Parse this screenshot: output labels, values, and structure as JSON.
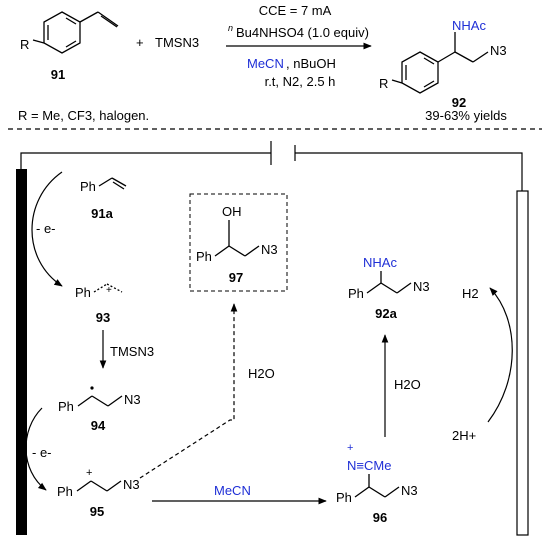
{
  "top": {
    "cce": "CCE = 7 mA",
    "additive_n": "n",
    "additive_rest": "Bu4NHSO4 (1.0 equiv)",
    "solvent_mecn": "MeCN",
    "solvent_buoh": ", nBuOH",
    "conditions": "r.t, N2, 2.5 h",
    "reagent_plus": "+",
    "reagent": "TMSN3",
    "substituent_R_label": "R",
    "compound_91": "91",
    "compound_92": "92",
    "r_definition": "R = Me, CF3, halogen.",
    "yields": "39-63% yields",
    "product_nhac": "NHAc",
    "product_n3": "N3"
  },
  "mechanism": {
    "ph": "Ph",
    "c91a": "91a",
    "c93": "93",
    "c94": "94",
    "c95": "95",
    "c96": "96",
    "c97": "97",
    "c92a": "92a",
    "minus_e1": "- e-",
    "minus_e2": "- e-",
    "tmsn3": "TMSN3",
    "h2o_left": "H2O",
    "h2o_right": "H2O",
    "mecn": "MeCN",
    "h2": "H2",
    "two_h": "2H+",
    "oh": "OH",
    "nhac": "NHAc",
    "n3": "N3",
    "nitrilium": "N≡CMe",
    "plus": "+"
  },
  "colors": {
    "accent_blue": "#1f2fd6",
    "black": "#000000"
  }
}
